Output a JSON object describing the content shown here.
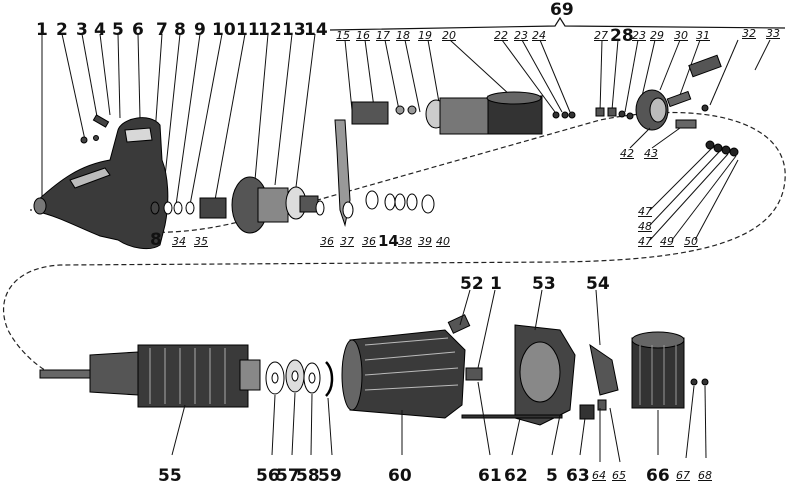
{
  "figure": {
    "labels": {
      "n69": "69",
      "n1": "1",
      "n2": "2",
      "n3": "3",
      "n4": "4",
      "n5": "5",
      "n6": "6",
      "n7": "7",
      "n8": "8",
      "n9": "9",
      "n10": "10",
      "n11": "11",
      "n12": "12",
      "n13": "13",
      "n14": "14",
      "n15": "15",
      "n16": "16",
      "n17": "17",
      "n18": "18",
      "n19": "19",
      "n20": "20",
      "n22": "22",
      "n23": "23",
      "n24": "24",
      "n27": "27",
      "n28": "28",
      "n23b": "23",
      "n29": "29",
      "n30": "30",
      "n31": "31",
      "n32": "32",
      "n33": "33",
      "n8b": "8",
      "n34": "34",
      "n35": "35",
      "n36": "36",
      "n37": "37",
      "n36b": "36",
      "n14b": "14",
      "n38": "38",
      "n39": "39",
      "n40": "40",
      "n42": "42",
      "n43": "43",
      "n47": "47",
      "n48": "48",
      "n47b": "47",
      "n49": "49",
      "n50": "50",
      "n52": "52",
      "n1b": "1",
      "n53": "53",
      "n54": "54",
      "n55": "55",
      "n56": "56",
      "n57": "57",
      "n58": "58",
      "n59": "59",
      "n60": "60",
      "n61": "61",
      "n62": "62",
      "n5b": "5",
      "n63": "63",
      "n64": "64",
      "n65": "65",
      "n66": "66",
      "n67": "67",
      "n68": "68"
    }
  }
}
